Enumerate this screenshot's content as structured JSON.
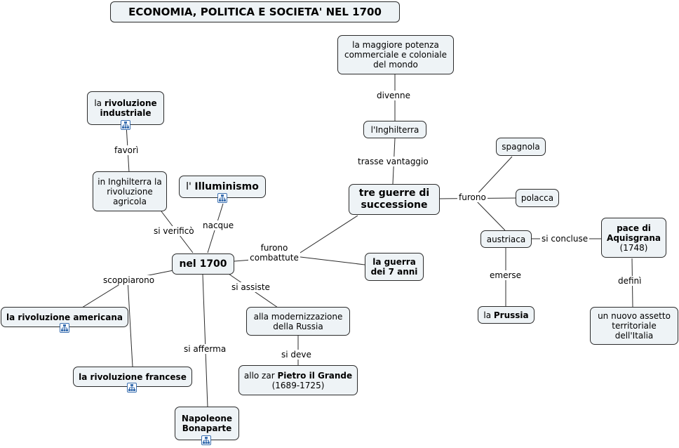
{
  "title": "ECONOMIA, POLITICA E SOCIETA' NEL 1700",
  "nodes": {
    "nel1700": "nel 1700",
    "ind_pre": "la ",
    "ind_b": "rivoluzione industriale",
    "agricola": "in Inghilterra la rivoluzione agricola",
    "ill_pre": "l' ",
    "ill_b": "Illuminismo",
    "tre_guerre": "tre guerre di successione",
    "potenza": "la maggiore potenza commerciale e coloniale del mondo",
    "inghilterra": "l'Inghilterra",
    "spagnola": "spagnola",
    "polacca": "polacca",
    "austriaca": "austriaca",
    "pace_b": "pace di Aquisgrana",
    "pace_year": "(1748)",
    "prussia_pre": "la ",
    "prussia_b": "Prussia",
    "assetto": "un nuovo assetto territoriale dell'Italia",
    "guerra7": "la guerra dei 7 anni",
    "russia": "alla modernizzazione della Russia",
    "zar_pre": "allo zar ",
    "zar_b": "Pietro il Grande",
    "zar_years": "(1689-1725)",
    "americana": "la rivoluzione americana",
    "francese": "la rivoluzione francese",
    "napoleone": "Napoleone Bonaparte"
  },
  "labels": {
    "divenne": "divenne",
    "favori": "favorì",
    "trasse": "trasse vantaggio",
    "furono": "furono",
    "si_verifico": "si verificò",
    "nacque": "nacque",
    "furono_combattute": "furono combattute",
    "si_concluse": "si concluse",
    "emerse": "emerse",
    "defini": "definì",
    "scoppiarono": "scoppiarono",
    "si_assiste": "si assiste",
    "si_deve": "si deve",
    "si_afferma": "si afferma"
  },
  "colors": {
    "node_fill": "#eef3f6",
    "border": "#2b2b2b",
    "icon_blue": "#3a6fb0"
  }
}
